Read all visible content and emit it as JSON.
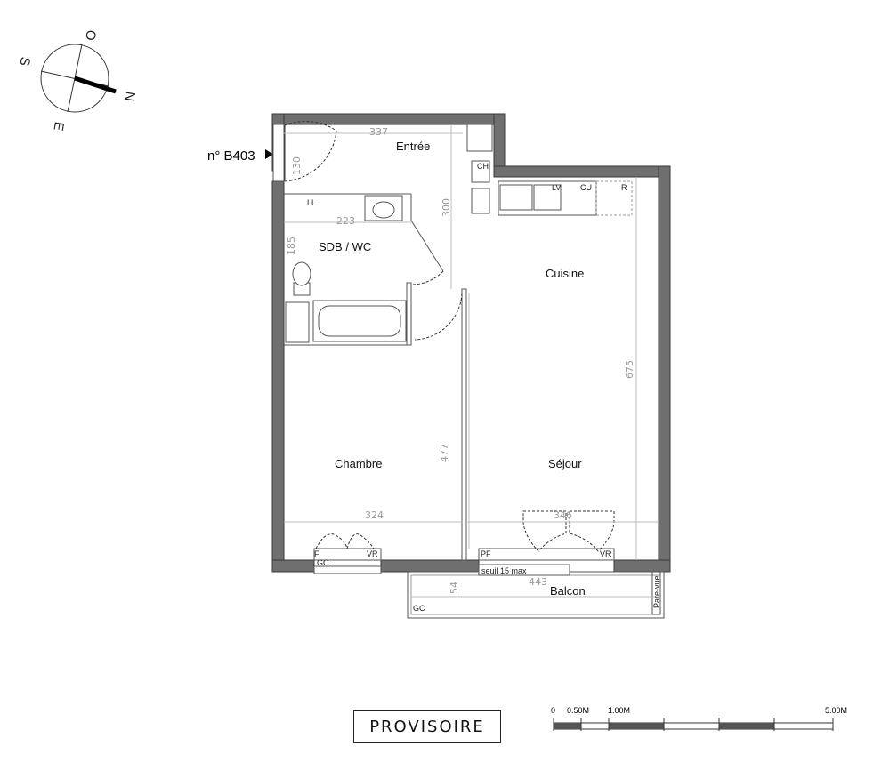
{
  "compass": {
    "n": "N",
    "s": "S",
    "e": "E",
    "o": "O"
  },
  "lot_number": "n° B403",
  "rooms": {
    "entree": "Entrée",
    "sdb": "SDB / WC",
    "cuisine": "Cuisine",
    "chambre": "Chambre",
    "sejour": "Séjour",
    "balcon": "Balcon"
  },
  "fixtures": {
    "ll": "LL",
    "ch": "CH",
    "lv": "LV",
    "cu": "CU",
    "r": "R",
    "f": "F",
    "vr1": "VR",
    "gc1": "GC",
    "pf": "PF",
    "vr2": "VR",
    "gc2": "GC",
    "pare_vue": "Pare-vue",
    "seuil": "seuil 15 max"
  },
  "dimensions": {
    "d337": "337",
    "d130": "130",
    "d300": "300",
    "d223": "223",
    "d185": "185",
    "d675": "675",
    "d477": "477",
    "d324": "324",
    "d346": "346",
    "d54": "54",
    "d443": "443"
  },
  "status": "PROVISOIRE",
  "scale": {
    "t0": "0",
    "t1": "0.50M",
    "t2": "1.00M",
    "t3": "5.00M"
  }
}
